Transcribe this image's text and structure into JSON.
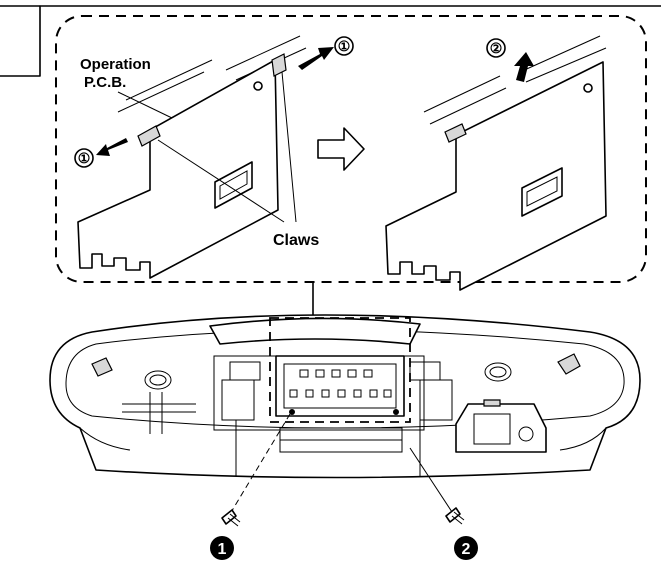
{
  "labels": {
    "operation_pcb_line1": "Operation",
    "operation_pcb_line2": "P.C.B.",
    "claws": "Claws"
  },
  "steps": {
    "step1_symbol": "①",
    "step2_symbol": "②"
  },
  "screws": {
    "screw1_number": "1",
    "screw2_number": "2"
  },
  "colors": {
    "line": "#000000",
    "background": "#ffffff"
  }
}
